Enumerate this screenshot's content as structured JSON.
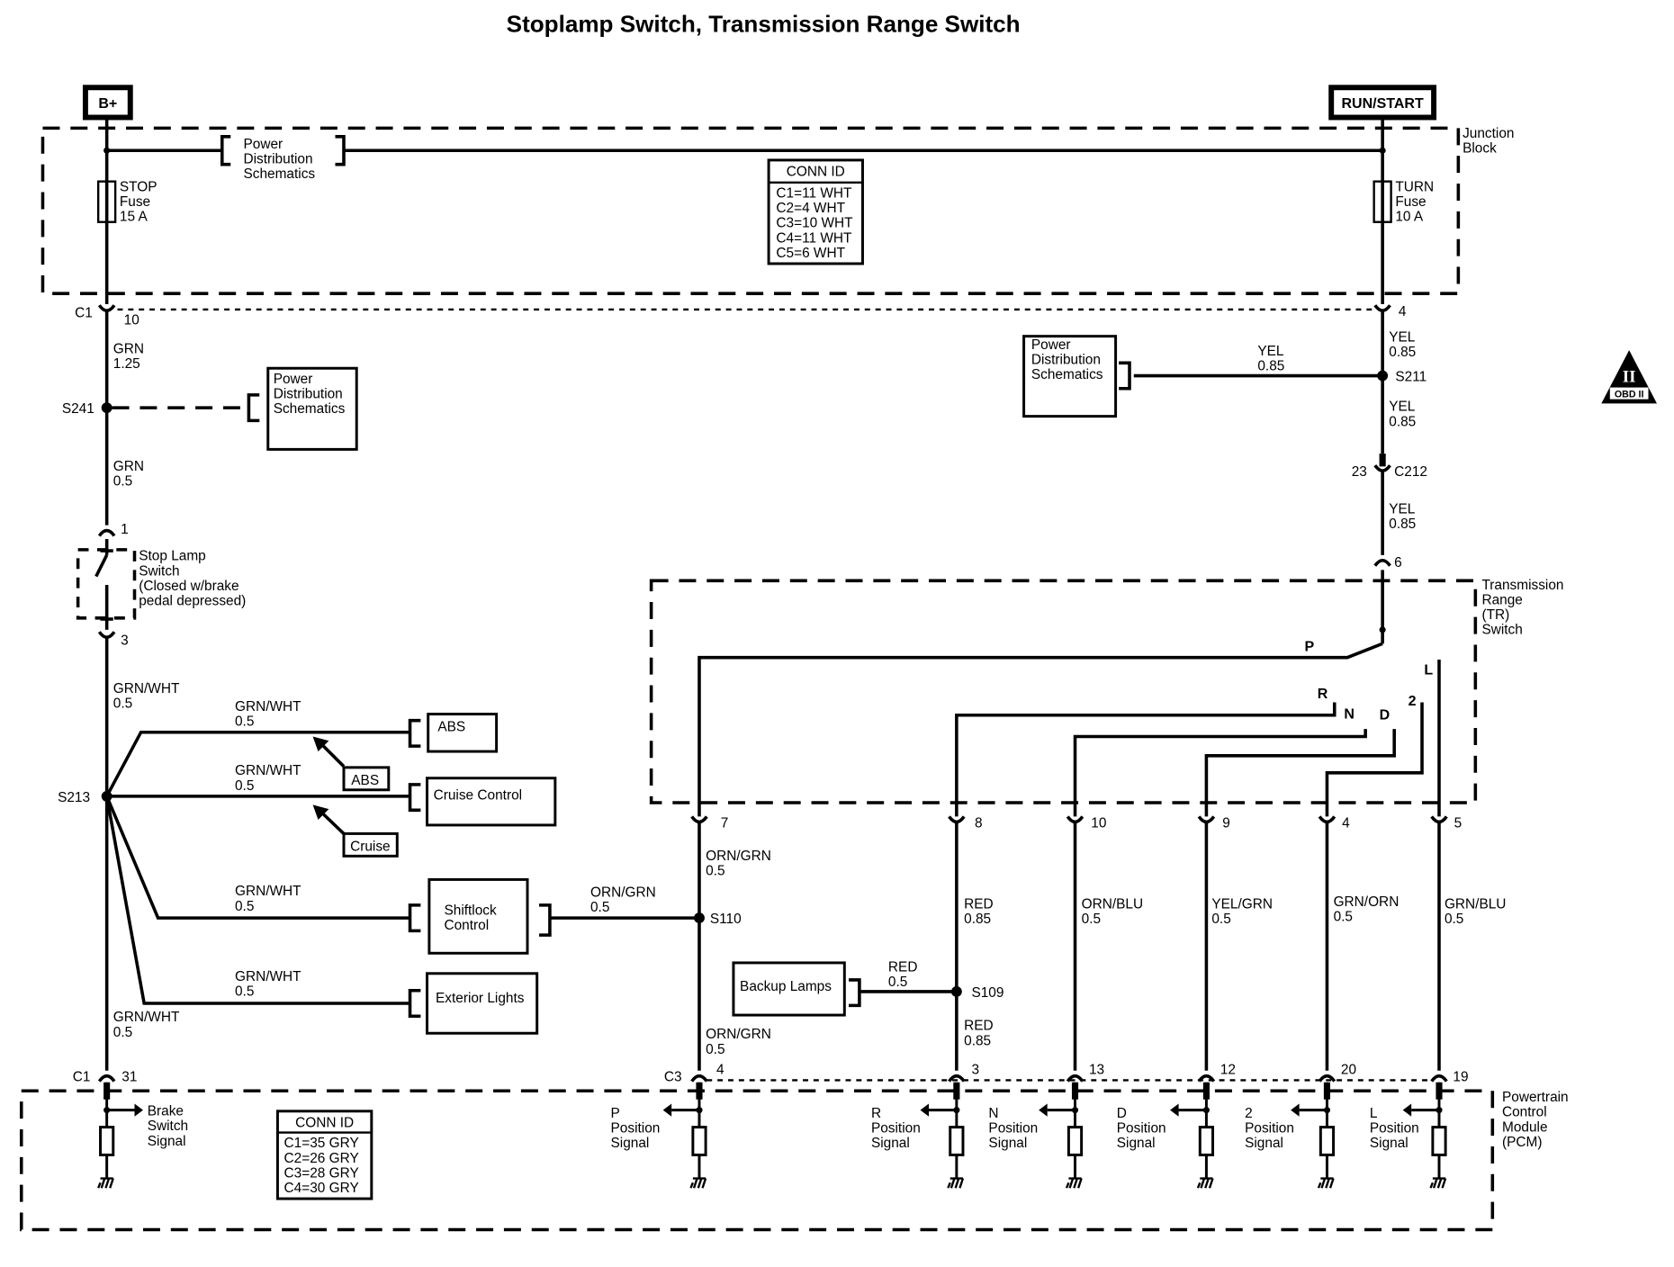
{
  "title": "Stoplamp Switch, Transmission Range Switch",
  "power_sources": {
    "b_plus": "B+",
    "run_start": "RUN/START"
  },
  "junction_block": {
    "label_line1": "Junction",
    "label_line2": "Block",
    "pds_line1": "Power",
    "pds_line2": "Distribution",
    "pds_line3": "Schematics",
    "stop_fuse": [
      "STOP",
      "Fuse",
      "15 A"
    ],
    "turn_fuse": [
      "TURN",
      "Fuse",
      "10 A"
    ],
    "conn_id": {
      "header": "CONN ID",
      "rows": [
        "C1=11 WHT",
        "C2=4 WHT",
        "C3=10 WHT",
        "C4=11 WHT",
        "C5=6 WHT"
      ]
    }
  },
  "left_circuit": {
    "c1_top": "C1",
    "c1_top_pin": "10",
    "wire1": [
      "GRN",
      "1.25"
    ],
    "s241": "S241",
    "pds_box": [
      "Power",
      "Distribution",
      "Schematics"
    ],
    "wire2": [
      "GRN",
      "0.5"
    ],
    "switch_pin_top": "1",
    "switch_pin_bottom": "3",
    "stop_lamp_switch": [
      "Stop Lamp",
      "Switch",
      "(Closed w/brake",
      "pedal depressed)"
    ],
    "wire3": [
      "GRN/WHT",
      "0.5"
    ],
    "s213": "S213",
    "branches": [
      {
        "wire": [
          "GRN/WHT",
          "0.5"
        ],
        "box": "ABS"
      },
      {
        "wire": [
          "GRN/WHT",
          "0.5"
        ],
        "box": "Cruise Control"
      },
      {
        "wire": [
          "GRN/WHT",
          "0.5"
        ],
        "box_line1": "Shiftlock",
        "box_line2": "Control"
      },
      {
        "wire": [
          "GRN/WHT",
          "0.5"
        ],
        "box": "Exterior Lights"
      }
    ],
    "option_tags": {
      "abs": "ABS",
      "cruise": "Cruise"
    },
    "wire4": [
      "GRN/WHT",
      "0.5"
    ],
    "c1_bottom": "C1",
    "c1_bottom_pin": "31"
  },
  "right_circuit": {
    "pin_top": "4",
    "wire1": [
      "YEL",
      "0.85"
    ],
    "pds_box": [
      "Power",
      "Distribution",
      "Schematics"
    ],
    "pds_wire": [
      "YEL",
      "0.85"
    ],
    "s211": "S211",
    "wire2": [
      "YEL",
      "0.85"
    ],
    "c212_pin": "23",
    "c212": "C212",
    "wire3": [
      "YEL",
      "0.85"
    ],
    "tr_pin_in": "6"
  },
  "tr_switch": {
    "label": [
      "Transmission",
      "Range",
      "(TR)",
      "Switch"
    ],
    "positions": [
      "P",
      "R",
      "N",
      "D",
      "2",
      "L"
    ],
    "pins": [
      "7",
      "8",
      "10",
      "9",
      "4",
      "5"
    ]
  },
  "shiftlock_wire": [
    "ORN/GRN",
    "0.5"
  ],
  "s110": "S110",
  "s109": "S109",
  "backup_lamps": "Backup Lamps",
  "backup_wire": [
    "RED",
    "0.5"
  ],
  "output_wires": [
    {
      "upper": [
        "ORN/GRN",
        "0.5"
      ],
      "lower": [
        "ORN/GRN",
        "0.5"
      ]
    },
    {
      "upper": [
        "RED",
        "0.85"
      ],
      "lower": [
        "RED",
        "0.85"
      ]
    },
    {
      "upper": [
        "ORN/BLU",
        "0.5"
      ]
    },
    {
      "upper": [
        "YEL/GRN",
        "0.5"
      ]
    },
    {
      "upper": [
        "GRN/ORN",
        "0.5"
      ]
    },
    {
      "upper": [
        "GRN/BLU",
        "0.5"
      ]
    }
  ],
  "pcm": {
    "label": [
      "Powertrain",
      "Control",
      "Module",
      "(PCM)"
    ],
    "c3": "C3",
    "pins": [
      "4",
      "3",
      "13",
      "12",
      "20",
      "19"
    ],
    "brake_signal": [
      "Brake",
      "Switch",
      "Signal"
    ],
    "signals": [
      [
        "P",
        "Position",
        "Signal"
      ],
      [
        "R",
        "Position",
        "Signal"
      ],
      [
        "N",
        "Position",
        "Signal"
      ],
      [
        "D",
        "Position",
        "Signal"
      ],
      [
        "2",
        "Position",
        "Signal"
      ],
      [
        "L",
        "Position",
        "Signal"
      ]
    ],
    "conn_id": {
      "header": "CONN ID",
      "rows": [
        "C1=35 GRY",
        "C2=26 GRY",
        "C3=28 GRY",
        "C4=30 GRY"
      ]
    }
  },
  "obd_badge": {
    "numeral": "II",
    "label": "OBD II"
  }
}
